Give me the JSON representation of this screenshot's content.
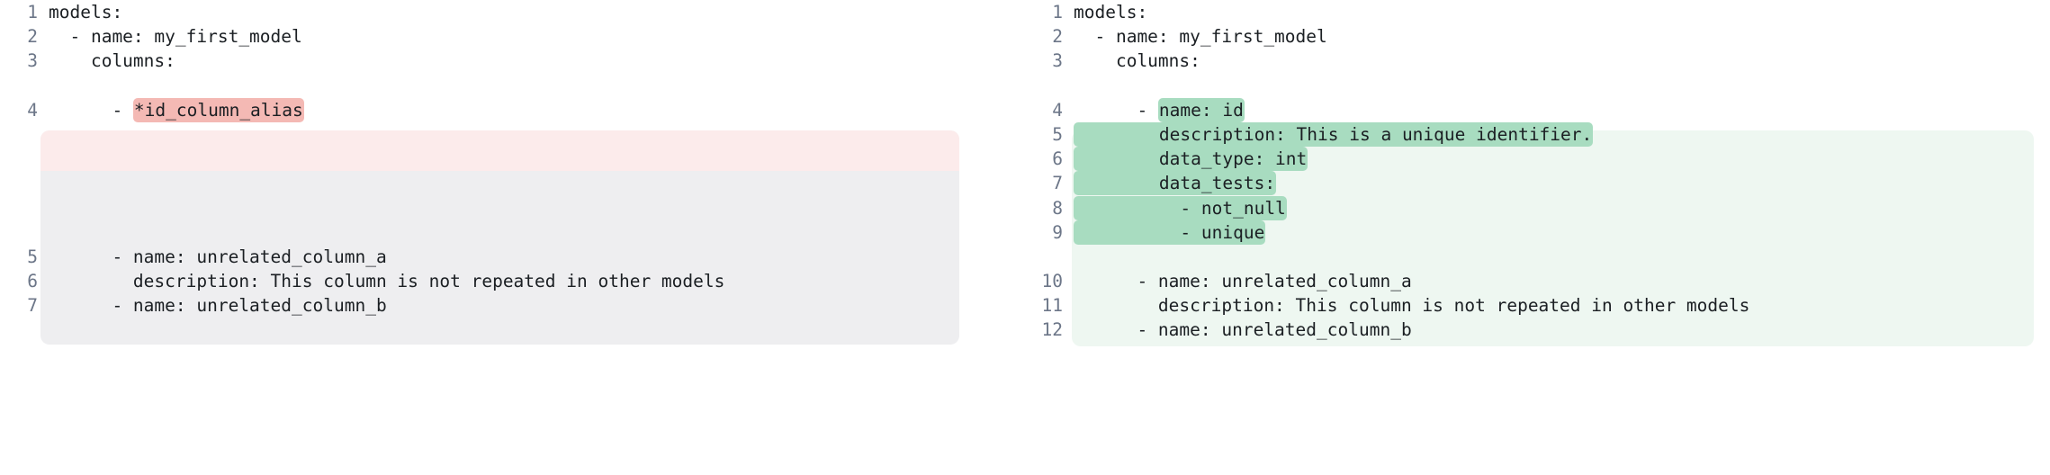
{
  "view": {
    "kind": "side-by-side-diff",
    "language": "yaml",
    "colors": {
      "removed_block_bg": "#fcebeb",
      "removed_context_bg": "#eeeef0",
      "removed_word_bg": "#f4b9b4",
      "added_block_bg": "#eef7f1",
      "added_word_bg": "#a8dcc0",
      "text": "#1b1f23",
      "line_number": "#6c7688",
      "page_bg": "#ffffff"
    }
  },
  "panes": [
    {
      "id": "before",
      "name": "left-pane",
      "lines": [
        {
          "no": "1",
          "text": "models:",
          "state": "context",
          "chip": null
        },
        {
          "no": "2",
          "text": "  - name: my_first_model",
          "state": "context",
          "chip": null
        },
        {
          "no": "3",
          "text": "    columns:",
          "state": "context",
          "chip": null
        },
        {
          "no": "",
          "text": "",
          "state": "gap",
          "chip": null
        },
        {
          "no": "4",
          "text": "      - *id_column_alias",
          "state": "removed",
          "prefix": "      - ",
          "chip": "*id_column_alias",
          "suffix": ""
        },
        {
          "no": "",
          "text": "",
          "state": "filler",
          "chip": null
        },
        {
          "no": "",
          "text": "",
          "state": "filler",
          "chip": null
        },
        {
          "no": "",
          "text": "",
          "state": "filler",
          "chip": null
        },
        {
          "no": "",
          "text": "",
          "state": "filler",
          "chip": null
        },
        {
          "no": "",
          "text": "",
          "state": "gap",
          "chip": null
        },
        {
          "no": "5",
          "text": "      - name: unrelated_column_a",
          "state": "context",
          "chip": null
        },
        {
          "no": "6",
          "text": "        description: This column is not repeated in other models",
          "state": "context",
          "chip": null
        },
        {
          "no": "7",
          "text": "      - name: unrelated_column_b",
          "state": "context",
          "chip": null
        }
      ]
    },
    {
      "id": "after",
      "name": "right-pane",
      "lines": [
        {
          "no": "1",
          "text": "models:",
          "state": "context",
          "chip": null
        },
        {
          "no": "2",
          "text": "  - name: my_first_model",
          "state": "context",
          "chip": null
        },
        {
          "no": "3",
          "text": "    columns:",
          "state": "context",
          "chip": null
        },
        {
          "no": "",
          "text": "",
          "state": "gap",
          "chip": null
        },
        {
          "no": "4",
          "text": "      - name: id",
          "state": "added",
          "prefix": "      - ",
          "chip": "name: id",
          "suffix": ""
        },
        {
          "no": "5",
          "text": "        description: This is a unique identifier.",
          "state": "added",
          "prefix": "",
          "chip": "        description: This is a unique identifier.",
          "suffix": ""
        },
        {
          "no": "6",
          "text": "        data_type: int",
          "state": "added",
          "prefix": "",
          "chip": "        data_type: int",
          "suffix": ""
        },
        {
          "no": "7",
          "text": "        data_tests:",
          "state": "added",
          "prefix": "",
          "chip": "        data_tests:",
          "suffix": ""
        },
        {
          "no": "8",
          "text": "          - not_null",
          "state": "added",
          "prefix": "",
          "chip": "          - not_null",
          "suffix": ""
        },
        {
          "no": "9",
          "text": "          - unique",
          "state": "added",
          "prefix": "",
          "chip": "          - unique",
          "suffix": ""
        },
        {
          "no": "",
          "text": "",
          "state": "gap",
          "chip": null
        },
        {
          "no": "10",
          "text": "      - name: unrelated_column_a",
          "state": "context",
          "chip": null
        },
        {
          "no": "11",
          "text": "        description: This column is not repeated in other models",
          "state": "context",
          "chip": null
        },
        {
          "no": "12",
          "text": "      - name: unrelated_column_b",
          "state": "context",
          "chip": null
        }
      ]
    }
  ]
}
